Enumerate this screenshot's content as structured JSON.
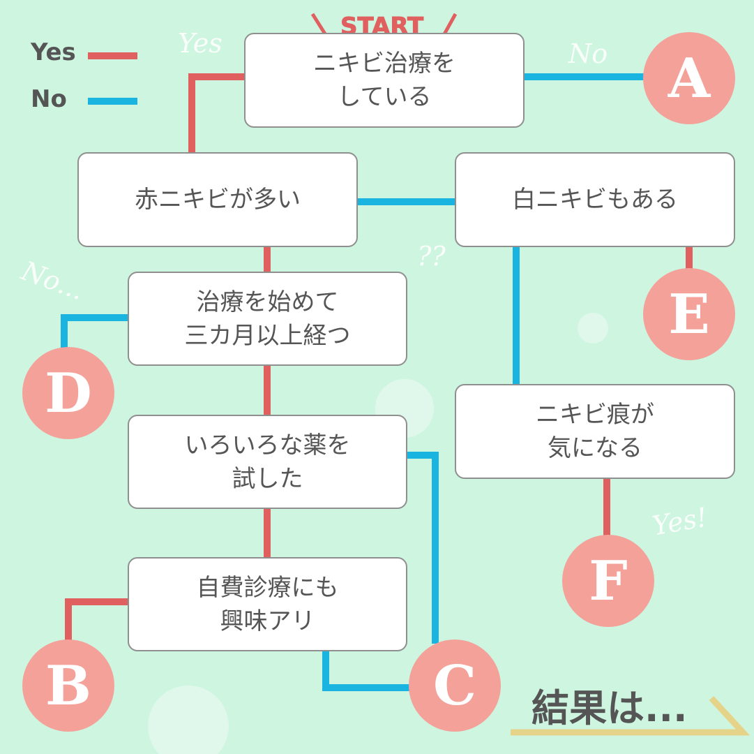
{
  "legend": {
    "yes": "Yes",
    "no": "No"
  },
  "colors": {
    "yes": "#e06060",
    "no": "#1ab4e0",
    "result": "#f4a19a",
    "background": "#cdf5e0"
  },
  "start_label": "START",
  "questions": {
    "q1": "ニキビ治療を\nしている",
    "q2": "赤ニキビが多い",
    "q3": "白ニキビもある",
    "q4": "治療を始めて\n三カ月以上経つ",
    "q5": "いろいろな薬を\n試した",
    "q6": "自費診療にも\n興味アリ",
    "q7": "ニキビ痕が\n気になる"
  },
  "results": {
    "a": "A",
    "b": "B",
    "c": "C",
    "d": "D",
    "e": "E",
    "f": "F"
  },
  "decor": {
    "yes1": "Yes",
    "no1": "No",
    "no2": "No...",
    "q": "??",
    "yes2": "Yes!"
  },
  "footer": "結果は..."
}
